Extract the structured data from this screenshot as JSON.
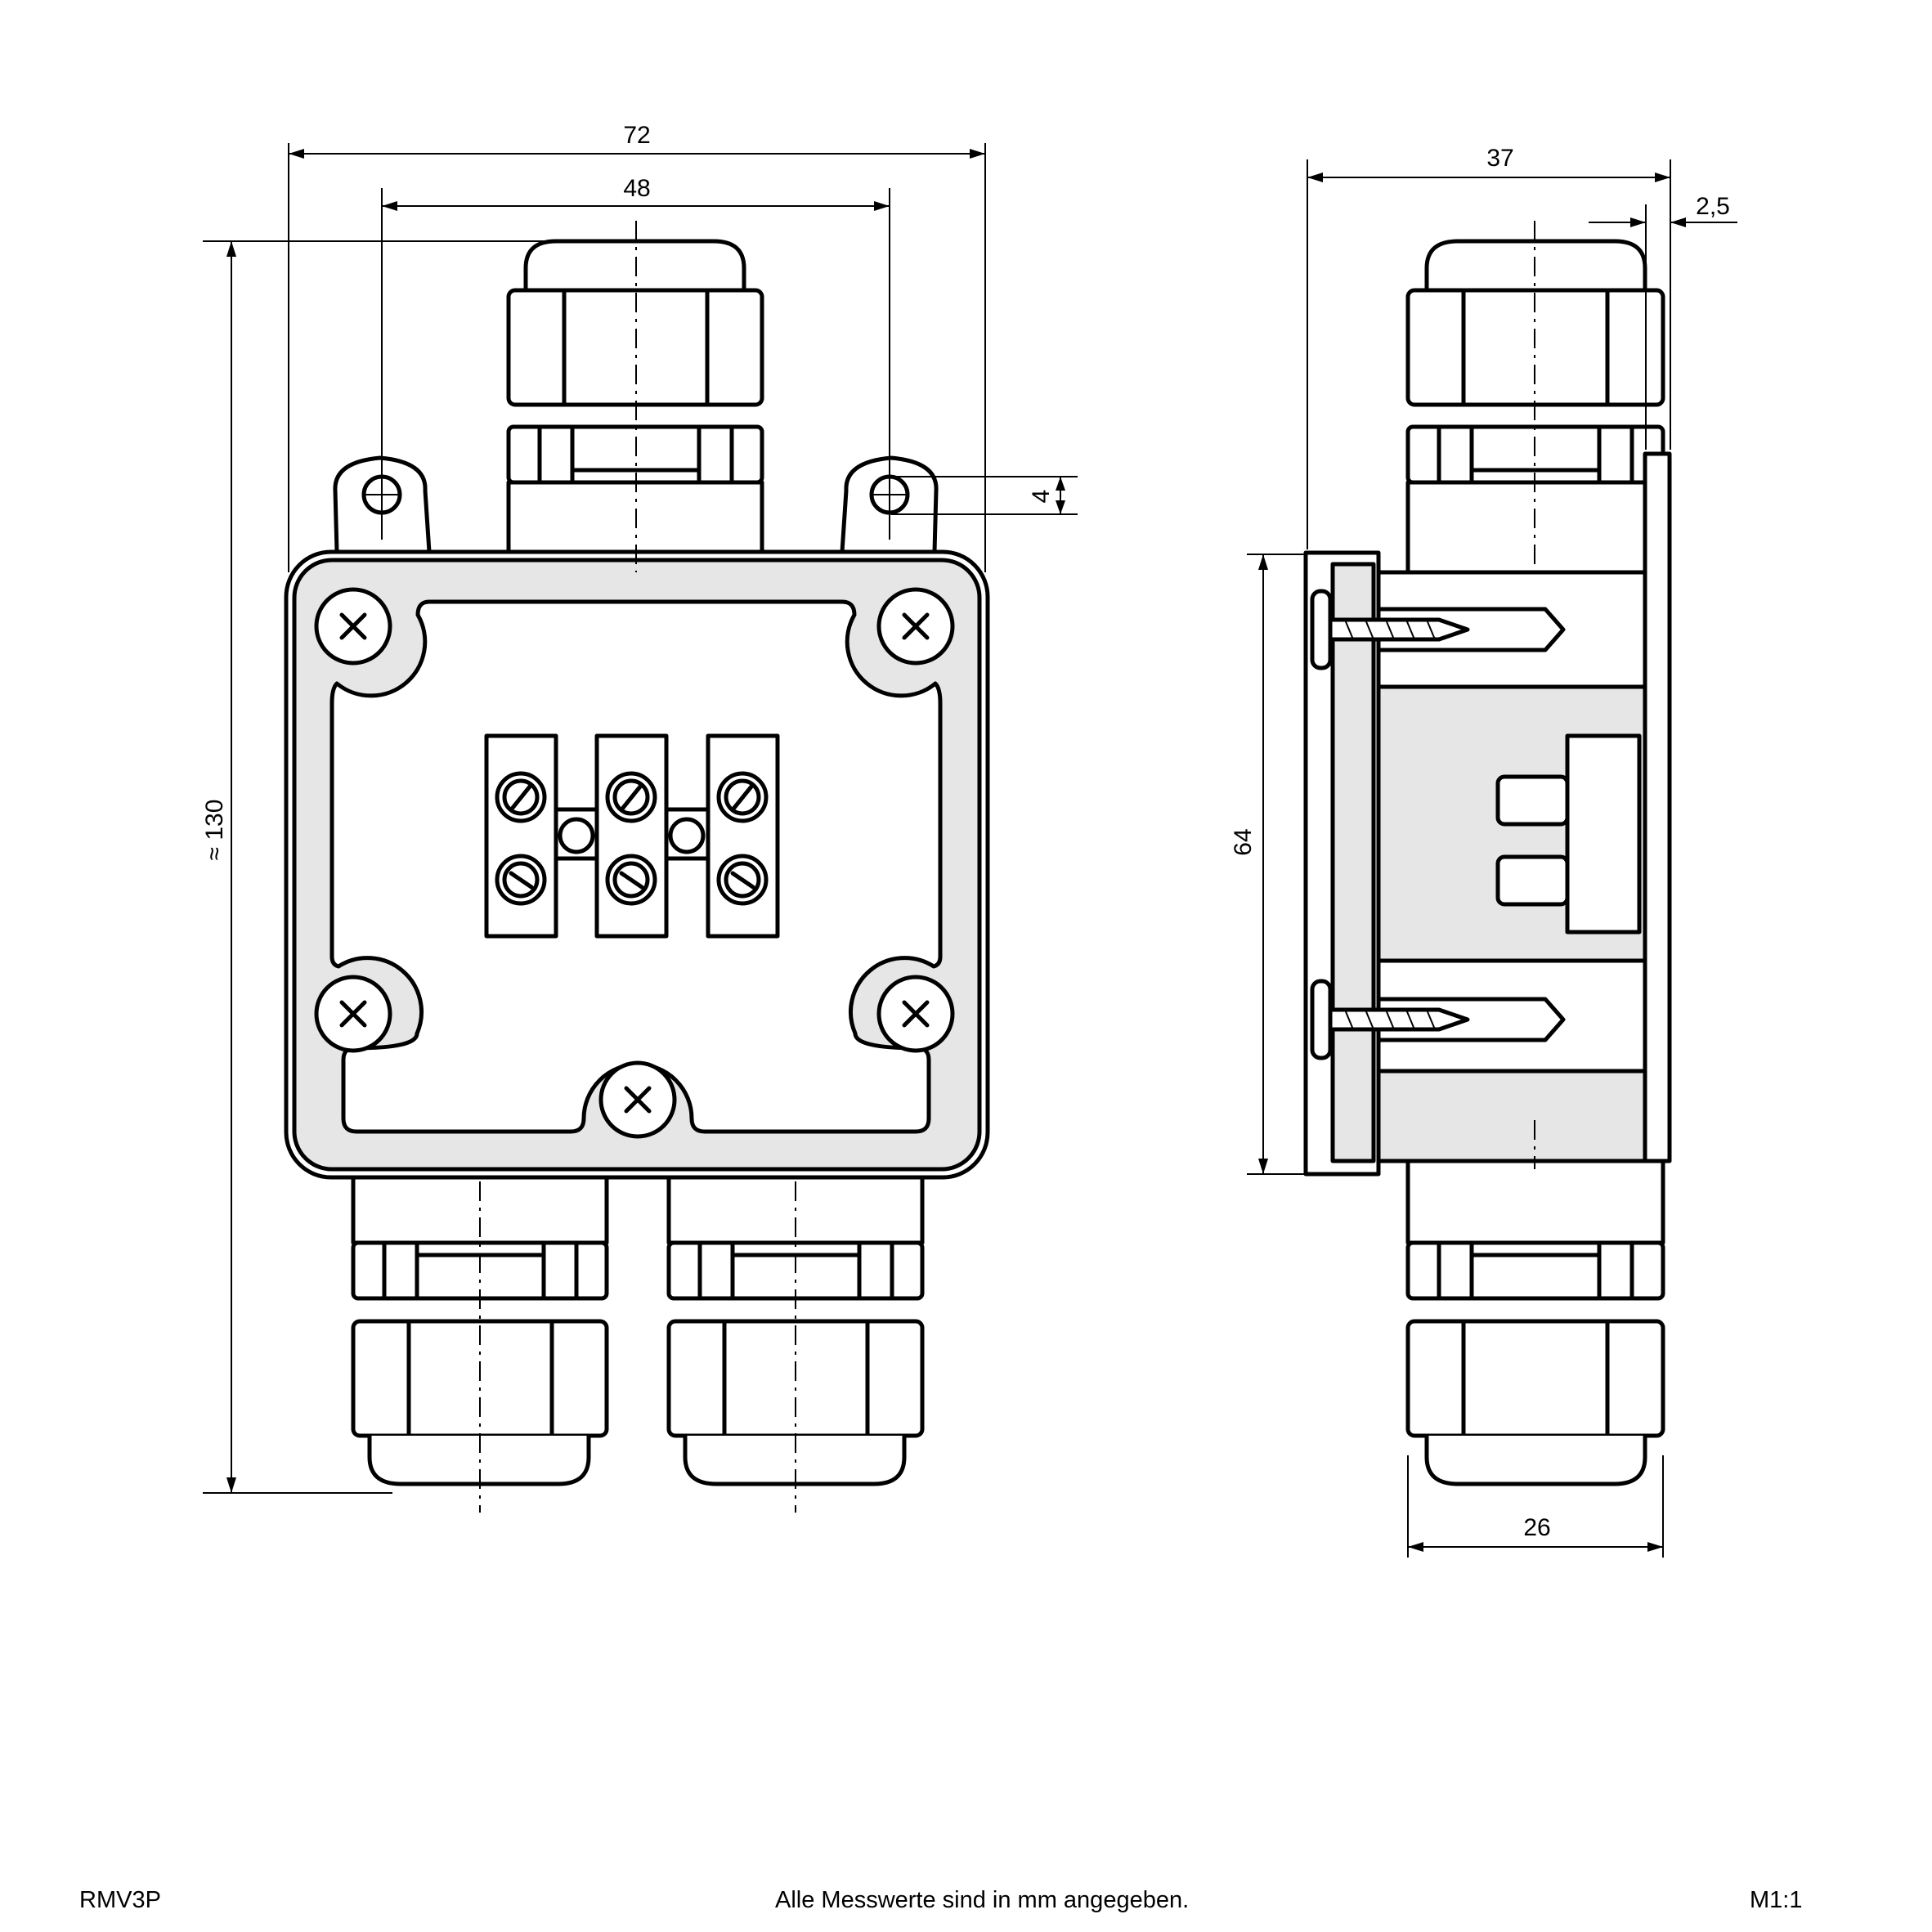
{
  "dimensions": {
    "width_total": "72",
    "mount_spacing": "48",
    "height_total": "≈ 130",
    "mount_hole": "4",
    "depth_total": "37",
    "lid_thickness": "2,5",
    "base_height": "64",
    "gland_width": "26"
  },
  "footer": {
    "model": "RMV3P",
    "note": "Alle Messwerte sind in mm angegeben.",
    "scale": "M1:1"
  }
}
